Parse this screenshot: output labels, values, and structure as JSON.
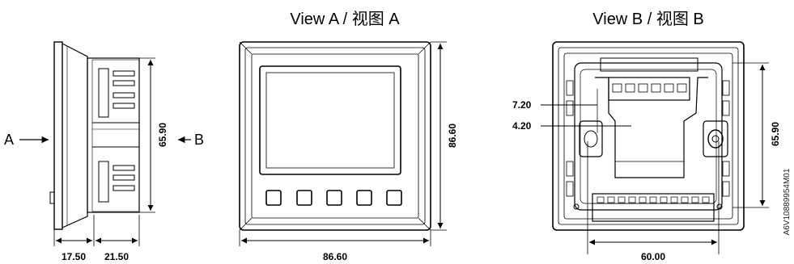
{
  "titles": {
    "view_a": "View A / 视图 A",
    "view_b": "View B / 视图 B"
  },
  "side_view": {
    "label_a": "A",
    "label_b": "B",
    "height_dim": "65.90",
    "depth_front_dim": "17.50",
    "depth_back_dim": "21.50"
  },
  "front_view": {
    "height_dim": "86.60",
    "width_dim": "86.60",
    "button_count": 5
  },
  "rear_view": {
    "dim_top_callout": "7.20",
    "dim_bottom_callout": "4.20",
    "height_dim": "65.90",
    "width_dim": "60.00"
  },
  "drawing_code": "A6V10889954M01"
}
